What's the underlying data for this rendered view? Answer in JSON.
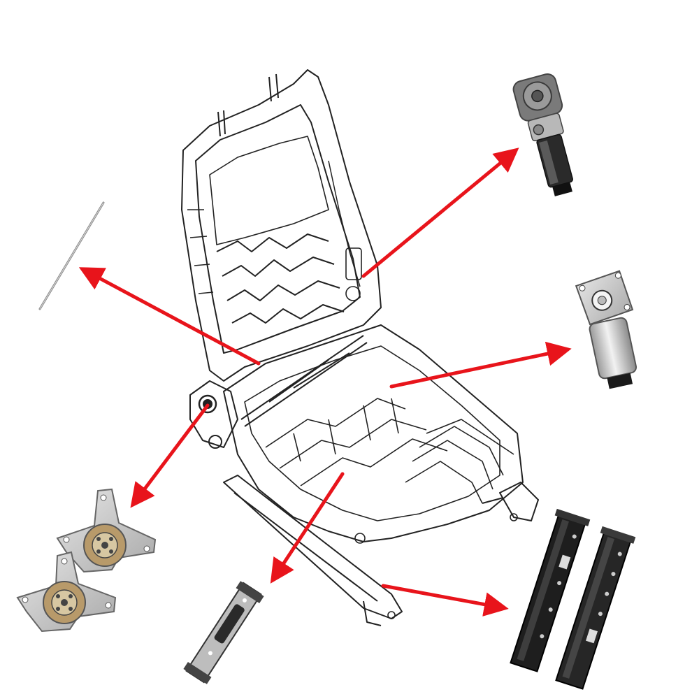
{
  "diagram": {
    "background": "#ffffff",
    "colors": {
      "arrow": "#e8141b",
      "lineart": "#222222",
      "metal_light": "#cfcfcf",
      "metal_dark": "#6b6b6b",
      "black_part": "#1a1a1a"
    },
    "center_object": "seat-frame-line-drawing",
    "parts": [
      {
        "id": "recliner-motor",
        "icon": "gear-motor-icon"
      },
      {
        "id": "height-motor",
        "icon": "dc-motor-icon"
      },
      {
        "id": "seat-rails",
        "icon": "slide-rail-icon"
      },
      {
        "id": "track-bracket",
        "icon": "bracket-icon"
      },
      {
        "id": "recliner-mechanism",
        "icon": "recliner-disc-icon"
      },
      {
        "id": "steel-wire",
        "icon": "wire-rod-icon"
      }
    ]
  }
}
